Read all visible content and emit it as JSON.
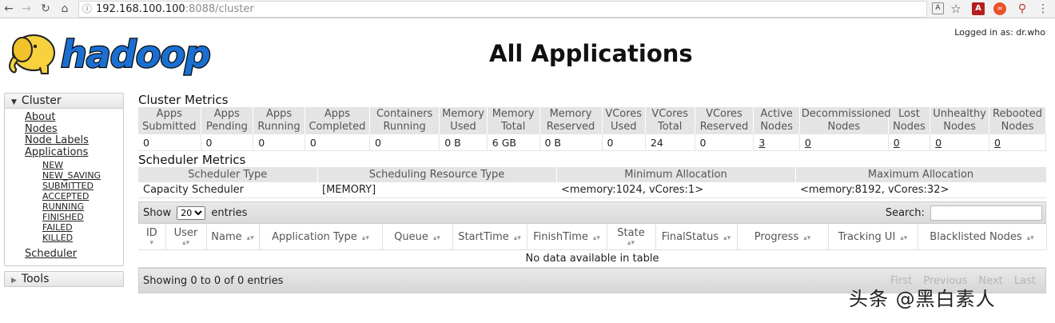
{
  "browser": {
    "url_host": "192.168.100.100",
    "url_rest": ":8088/cluster"
  },
  "header": {
    "logo_text": "hadoop",
    "logged_in": "Logged in as: dr.who",
    "title": "All Applications"
  },
  "sidebar": {
    "cluster_label": "Cluster",
    "links": [
      "About",
      "Nodes",
      "Node Labels",
      "Applications"
    ],
    "app_states": [
      "NEW",
      "NEW_SAVING",
      "SUBMITTED",
      "ACCEPTED",
      "RUNNING",
      "FINISHED",
      "FAILED",
      "KILLED"
    ],
    "scheduler": "Scheduler",
    "tools_label": "Tools"
  },
  "cluster_metrics": {
    "title": "Cluster Metrics",
    "headers": [
      [
        "Apps",
        "Submitted"
      ],
      [
        "Apps",
        "Pending"
      ],
      [
        "Apps",
        "Running"
      ],
      [
        "Apps",
        "Completed"
      ],
      [
        "Containers",
        "Running"
      ],
      [
        "Memory",
        "Used"
      ],
      [
        "Memory",
        "Total"
      ],
      [
        "Memory",
        "Reserved"
      ],
      [
        "VCores",
        "Used"
      ],
      [
        "VCores",
        "Total"
      ],
      [
        "VCores",
        "Reserved"
      ],
      [
        "Active",
        "Nodes"
      ],
      [
        "Decommissioned",
        "Nodes"
      ],
      [
        "Lost",
        "Nodes"
      ],
      [
        "Unhealthy",
        "Nodes"
      ],
      [
        "Rebooted",
        "Nodes"
      ]
    ],
    "values": [
      "0",
      "0",
      "0",
      "0",
      "0",
      "0 B",
      "6 GB",
      "0 B",
      "0",
      "24",
      "0",
      "3",
      "0",
      "0",
      "0",
      "0"
    ]
  },
  "scheduler_metrics": {
    "title": "Scheduler Metrics",
    "headers": [
      "Scheduler Type",
      "Scheduling Resource Type",
      "Minimum Allocation",
      "Maximum Allocation"
    ],
    "values": [
      "Capacity Scheduler",
      "[MEMORY]",
      "<memory:1024, vCores:1>",
      "<memory:8192, vCores:32>"
    ]
  },
  "apps_table": {
    "show_label": "Show",
    "entries_value": "20",
    "entries_label": "entries",
    "search_label": "Search:",
    "columns": [
      "ID",
      "User",
      "Name",
      "Application Type",
      "Queue",
      "StartTime",
      "FinishTime",
      "State",
      "FinalStatus",
      "Progress",
      "Tracking UI",
      "Blacklisted Nodes"
    ],
    "empty_message": "No data available in table",
    "info": "Showing 0 to 0 of 0 entries",
    "pager": [
      "First",
      "Previous",
      "Next",
      "Last"
    ]
  },
  "watermark": "头条 @黑白素人"
}
